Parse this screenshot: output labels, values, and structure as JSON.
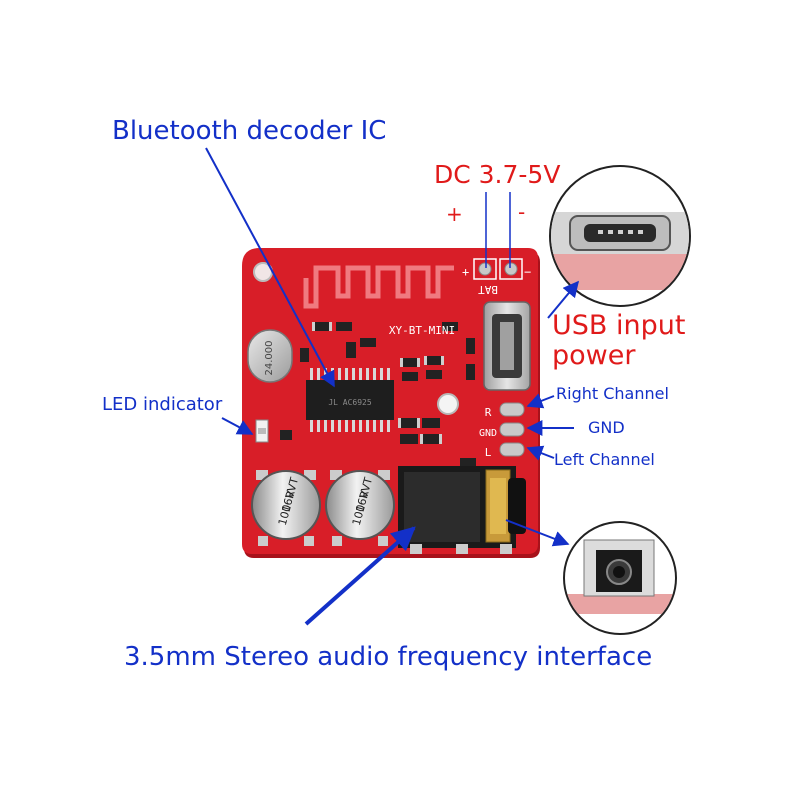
{
  "colors": {
    "pcb": "#d81e28",
    "pcb_dark": "#a8121b",
    "label_blue": "#1330c8",
    "label_red": "#e01a1a",
    "pad_silver": "#c9c9c9"
  },
  "labels": {
    "bluetooth_ic": "Bluetooth decoder IC",
    "dc_voltage": "DC 3.7-5V",
    "dc_plus": "+",
    "dc_minus": "-",
    "usb_power_line1": "USB input",
    "usb_power_line2": "power",
    "right_channel": "Right Channel",
    "gnd": "GND",
    "left_channel": "Left Channel",
    "led_indicator": "LED indicator",
    "audio_interface": "3.5mm Stereo audio frequency interface"
  },
  "board": {
    "model": "XY-BT-MINI",
    "bat_label": "BAT",
    "bat_plus": "+",
    "bat_minus": "−",
    "pin_r": "R",
    "pin_gnd": "GND",
    "pin_l": "L",
    "crystal": "24.000",
    "cap1_line1": "100",
    "cap1_line2": "16V",
    "cap1_line3": "RVT",
    "cap2_line1": "100",
    "cap2_line2": "16V",
    "cap2_line3": "RVT",
    "ic_marking": "JL AC6925"
  }
}
